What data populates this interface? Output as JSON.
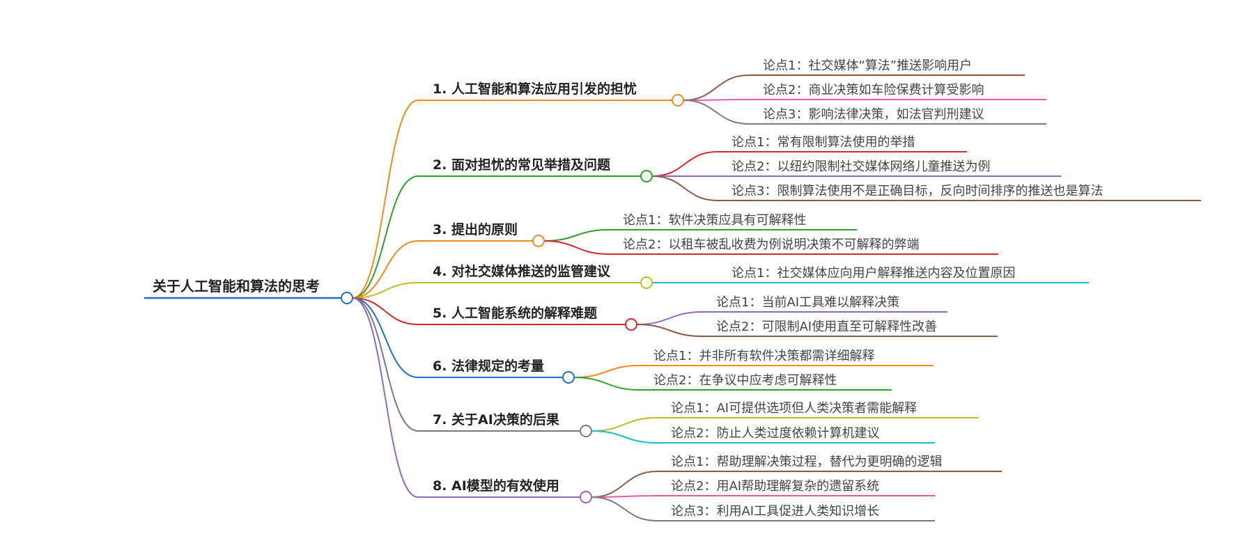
{
  "root": {
    "label": "关于人工智能和算法的思考",
    "color": "#1f6fc4"
  },
  "branches": [
    {
      "label": "1. 人工智能和算法应用引发的担忧",
      "color": "#f28a1e",
      "points": [
        {
          "label": "论点1：社交媒体“算法”推送影响用户",
          "color": "#8b5a44"
        },
        {
          "label": "论点2：商业决策如车险保费计算受影响",
          "color": "#e85aa8"
        },
        {
          "label": "论点3：影响法律决策，如法官判刑建议",
          "color": "#7a7a7a"
        }
      ]
    },
    {
      "label": "2. 面对担忧的常见举措及问题",
      "color": "#2ca02c",
      "points": [
        {
          "label": "论点1：常有限制算法使用的举措",
          "color": "#d62728"
        },
        {
          "label": "论点2：以纽约限制社交媒体网络儿童推送为例",
          "color": "#9467bd"
        },
        {
          "label": "论点3：限制算法使用不是正确目标，反向时间排序的推送也是算法",
          "color": "#8b5a44"
        }
      ]
    },
    {
      "label": "3. 提出的原则",
      "color": "#f28a1e",
      "points": [
        {
          "label": "论点1：软件决策应具有可解释性",
          "color": "#2ca02c"
        },
        {
          "label": "论点2：以租车被乱收费为例说明决策不可解释的弊端",
          "color": "#d62728"
        }
      ]
    },
    {
      "label": "4. 对社交媒体推送的监管建议",
      "color": "#bcbd22",
      "points": [
        {
          "label": "论点1：社交媒体应向用户解释推送内容及位置原因",
          "color": "#17becf"
        }
      ]
    },
    {
      "label": "5. 人工智能系统的解释难题",
      "color": "#d62728",
      "points": [
        {
          "label": "论点1：当前AI工具难以解释决策",
          "color": "#9467bd"
        },
        {
          "label": "论点2：可限制AI使用直至可解释性改善",
          "color": "#8b5a44"
        }
      ]
    },
    {
      "label": "6. 法律规定的考量",
      "color": "#1f6fc4",
      "points": [
        {
          "label": "论点1：并非所有软件决策都需详细解释",
          "color": "#f28a1e"
        },
        {
          "label": "论点2：在争议中应考虑可解释性",
          "color": "#2ca02c"
        }
      ]
    },
    {
      "label": "7. 关于AI决策的后果",
      "color": "#7a7a7a",
      "points": [
        {
          "label": "论点1：AI可提供选项但人类决策者需能解释",
          "color": "#bcbd22"
        },
        {
          "label": "论点2：防止人类过度依赖计算机建议",
          "color": "#17becf"
        }
      ]
    },
    {
      "label": "8. AI模型的有效使用",
      "color": "#9467bd",
      "points": [
        {
          "label": "论点1：帮助理解决策过程，替代为更明确的逻辑",
          "color": "#8b5a44"
        },
        {
          "label": "论点2：用AI帮助理解复杂的遗留系统",
          "color": "#e85aa8"
        },
        {
          "label": "论点3：利用AI工具促进人类知识增长",
          "color": "#7a7a7a"
        }
      ]
    }
  ]
}
